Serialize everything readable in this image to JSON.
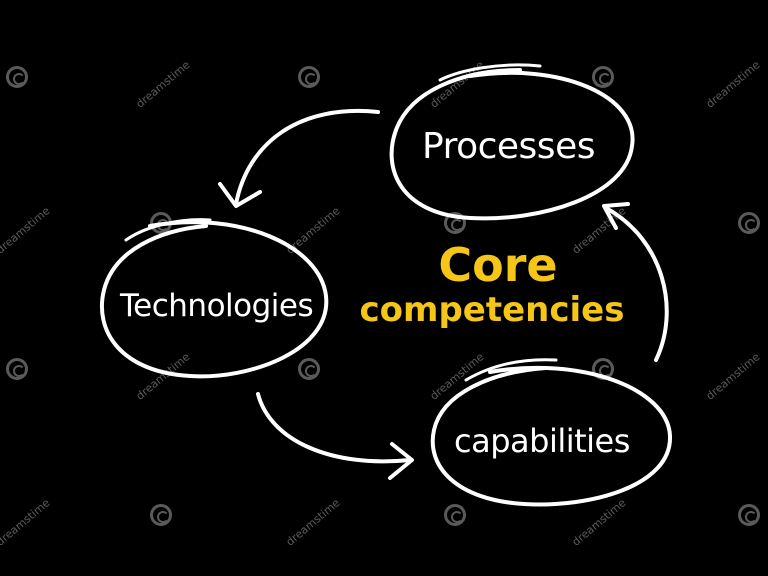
{
  "colors": {
    "background": "#000000",
    "stroke": "#ffffff",
    "node_text": "#ffffff",
    "center_text": "#f5c518",
    "watermark": "#5a5a5a"
  },
  "center": {
    "line1": "Core",
    "line2": "competencies"
  },
  "nodes": {
    "processes": "Processes",
    "technologies": "Technologies",
    "capabilities": "capabilities"
  },
  "watermark": {
    "text": "dreamstime"
  }
}
